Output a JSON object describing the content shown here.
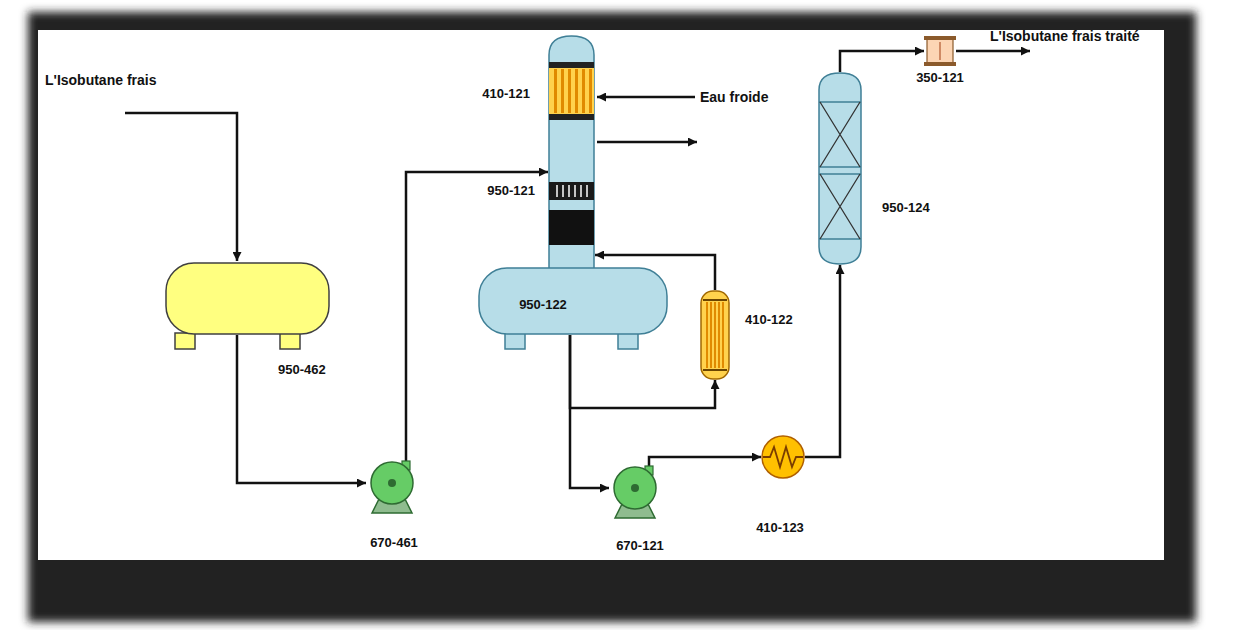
{
  "diagram": {
    "nodes": [
      {
        "text": [
          "950-462"
        ]
      },
      {
        "text": [
          "670-461"
        ]
      },
      {
        "text": [
          "950-121"
        ]
      },
      {
        "text": [
          "410-121"
        ],
        "in": 2
      },
      {
        "text": [
          "950-122"
        ]
      },
      {
        "text": [
          "410-122"
        ]
      },
      {
        "text": [
          "670-121"
        ]
      },
      {
        "text": [
          "410-123"
        ]
      },
      {
        "text": [
          "950-124"
        ]
      },
      {
        "text": [
          "350-121"
        ]
      }
    ],
    "edges": [
      {
        "from": 0,
        "to": 1,
        "arrow": "to"
      },
      {
        "from": 1,
        "to": 2,
        "arrow": "to"
      },
      {
        "from": 4,
        "to": 5,
        "arrow": "to"
      },
      {
        "from": 5,
        "to": 2,
        "arrow": "to"
      },
      {
        "from": 4,
        "to": 6,
        "arrow": "to"
      },
      {
        "from": 6,
        "to": 7,
        "arrow": "to"
      },
      {
        "from": 7,
        "to": 8,
        "arrow": "to"
      },
      {
        "from": 8,
        "to": 9,
        "arrow": "to"
      }
    ],
    "labels": [
      "L'Isobutane frais",
      "Eau froide",
      "L'Isobutane frais traité"
    ]
  }
}
